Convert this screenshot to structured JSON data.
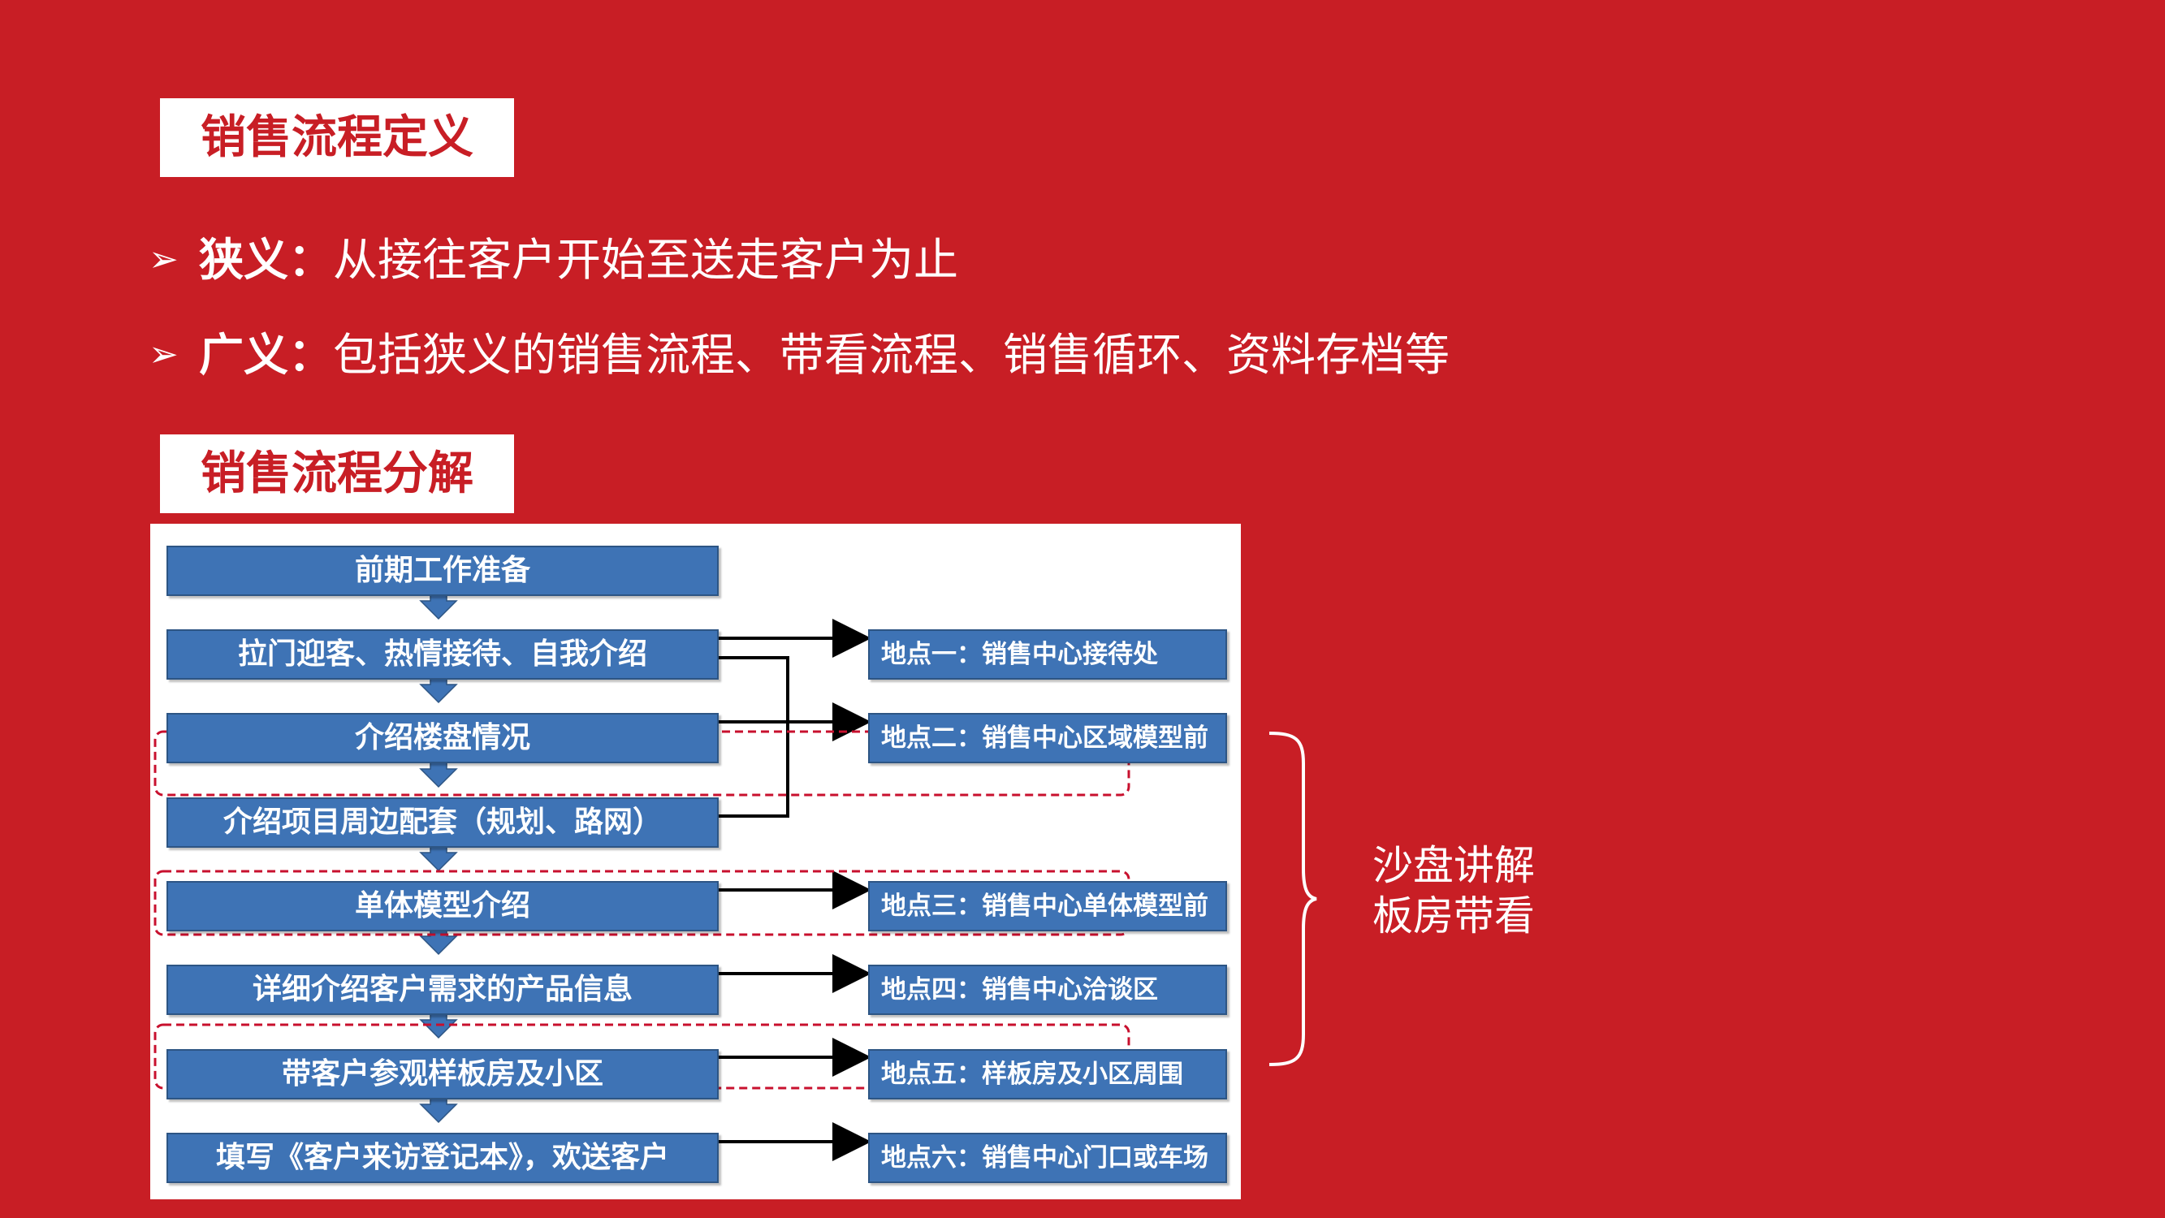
{
  "definition_tag": "销售流程定义",
  "bullets": [
    {
      "term": "狭义：",
      "text": "从接往客户开始至送走客户为止"
    },
    {
      "term": "广义：",
      "text": "包括狭义的销售流程、带看流程、销售循环、资料存档等"
    }
  ],
  "breakdown_tag": "销售流程分解",
  "flow": {
    "steps": [
      "前期工作准备",
      "拉门迎客、热情接待、自我介绍",
      "介绍楼盘情况",
      "介绍项目周边配套（规划、路网）",
      "单体模型介绍",
      "详细介绍客户需求的产品信息",
      "带客户参观样板房及小区",
      "填写《客户来访登记本》，欢送客户"
    ],
    "places": [
      "地点一：销售中心接待处",
      "地点二：销售中心区域模型前",
      "地点三：销售中心单体模型前",
      "地点四：销售中心洽谈区",
      "地点五：样板房及小区周围",
      "地点六：销售中心门口或车场"
    ]
  },
  "side_note": [
    "沙盘讲解",
    "板房带看"
  ],
  "colors": {
    "background": "#C81E25",
    "box_fill": "#3E73B5",
    "box_border": "#2D5584",
    "highlight_dash": "#C8102E"
  }
}
